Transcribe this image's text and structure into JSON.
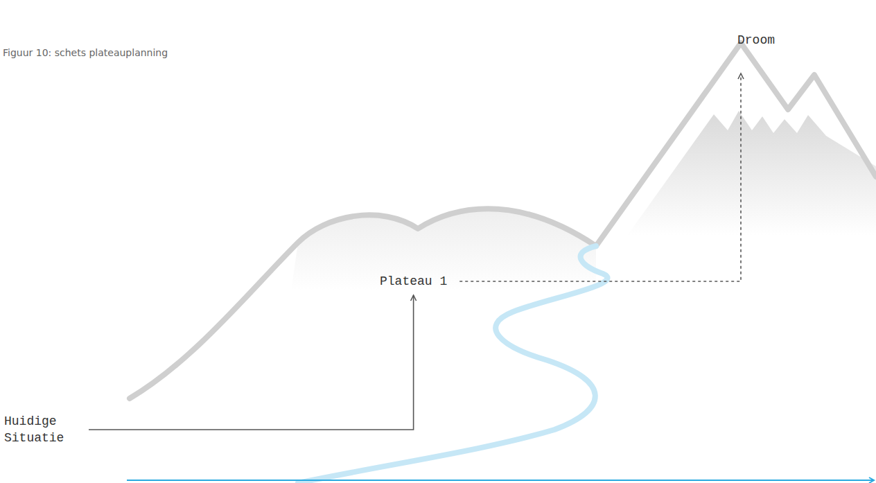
{
  "diagram": {
    "caption": "Figuur 10: schets plateauplanning",
    "nodes": [
      {
        "text": [
          "Droom"
        ]
      },
      {
        "text": [
          "Plateau 1"
        ]
      },
      {
        "text": [
          "Huidige Situatie"
        ]
      }
    ],
    "edges": [
      {
        "from": 2,
        "to": 1,
        "arrow": "to"
      },
      {
        "from": 1,
        "to": 0,
        "arrow": "to"
      }
    ]
  }
}
